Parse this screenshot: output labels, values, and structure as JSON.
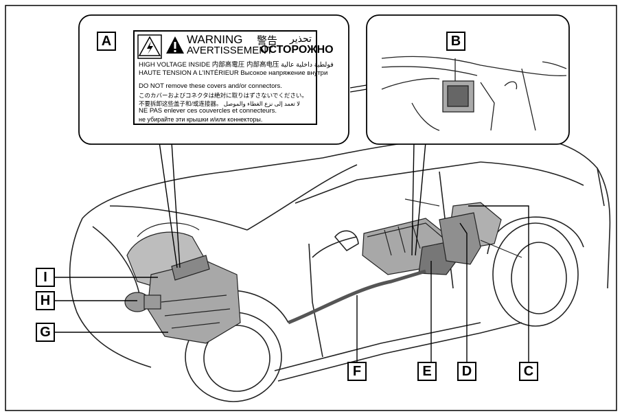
{
  "callouts": [
    "A",
    "B",
    "C",
    "D",
    "E",
    "F",
    "G",
    "H",
    "I"
  ],
  "warning_label": {
    "line1_en": "WARNING",
    "line1_ja": "警告",
    "line1_ar": "تحذير",
    "line2_fr": "AVERTISSEMENT",
    "line2_ru": "ОСТОРОЖНО",
    "line3": "HIGH VOLTAGE INSIDE  内部高電圧  内部高电压  فولطية داخلية عالية",
    "line4": "HAUTE TENSION A L'INTÉRIEUR  Высокое напряжение внутри",
    "line5": "DO NOT remove these covers and/or connectors.",
    "line6": "このカバーおよびコネクタは絶対に取りはずさないでください。",
    "line7": "不要拆卸这些盖子和/或连接器。  لا تعمد إلى نزع الغطاء والموصل",
    "line8": "NE PAS enlever ces couvercles et connecteurs.",
    "line9": "не убирайте эти крышки и/или коннекторы."
  }
}
